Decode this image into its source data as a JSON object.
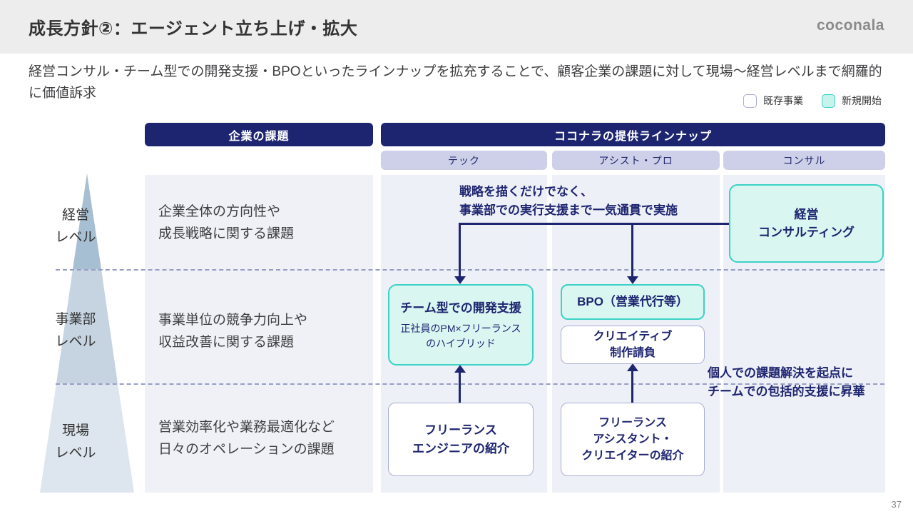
{
  "slide": {
    "title": "成長方針②：エージェント立ち上げ・拡大",
    "logo": "coconala",
    "page_number": "37"
  },
  "intro": "経営コンサル・チーム型での開発支援・BPOといったラインナップを拡充することで、顧客企業の課題に対して現場〜経営レベルまで網羅的に価値訴求",
  "legend": {
    "existing": "既存事業",
    "new": "新規開始"
  },
  "headers": {
    "issues": "企業の課題",
    "lineup": "ココナラの提供ラインナップ",
    "columns": [
      "テック",
      "アシスト・プロ",
      "コンサル"
    ]
  },
  "rows": [
    {
      "label1": "経営",
      "label2": "レベル",
      "issue1": "企業全体の方向性や",
      "issue2": "成長戦略に関する課題"
    },
    {
      "label1": "事業部",
      "label2": "レベル",
      "issue1": "事業単位の競争力向上や",
      "issue2": "収益改善に関する課題"
    },
    {
      "label1": "現場",
      "label2": "レベル",
      "issue1": "営業効率化や業務最適化など",
      "issue2": "日々のオペレーションの課題"
    }
  ],
  "boxes": {
    "management_consulting": {
      "line1": "経営",
      "line2": "コンサルティング"
    },
    "team_dev": {
      "title": "チーム型での開発支援",
      "desc1": "正社員のPM×フリーランス",
      "desc2": "のハイブリッド"
    },
    "bpo": {
      "label": "BPO（営業代行等）"
    },
    "creative": {
      "line1": "クリエイティブ",
      "line2": "制作請負"
    },
    "engineer": {
      "line1": "フリーランス",
      "line2": "エンジニアの紹介"
    },
    "assistant": {
      "line1": "フリーランス",
      "line2": "アシスタント・",
      "line3": "クリエイターの紹介"
    }
  },
  "notes": {
    "consulting1": "戦略を描くだけでなく、",
    "consulting2": "事業部での実行支援まで一気通貫で実施",
    "individual1": "個人での課題解決を起点に",
    "individual2": "チームでの包括的支援に昇華"
  },
  "colors": {
    "navy": "#1e2570",
    "teal_border": "#3cd2c5",
    "teal_fill": "#d9f6f1",
    "lavender_bar": "#cdd0e8",
    "strip_bg": "#eef0f7",
    "header_band": "#ededed"
  }
}
